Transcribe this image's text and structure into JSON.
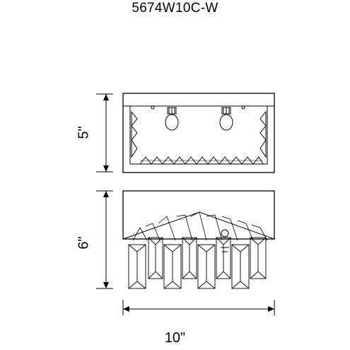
{
  "model_number": "5674W10C-W",
  "dimensions": {
    "top_view_height": "5\"",
    "front_view_height": "6\"",
    "width": "10\""
  }
}
